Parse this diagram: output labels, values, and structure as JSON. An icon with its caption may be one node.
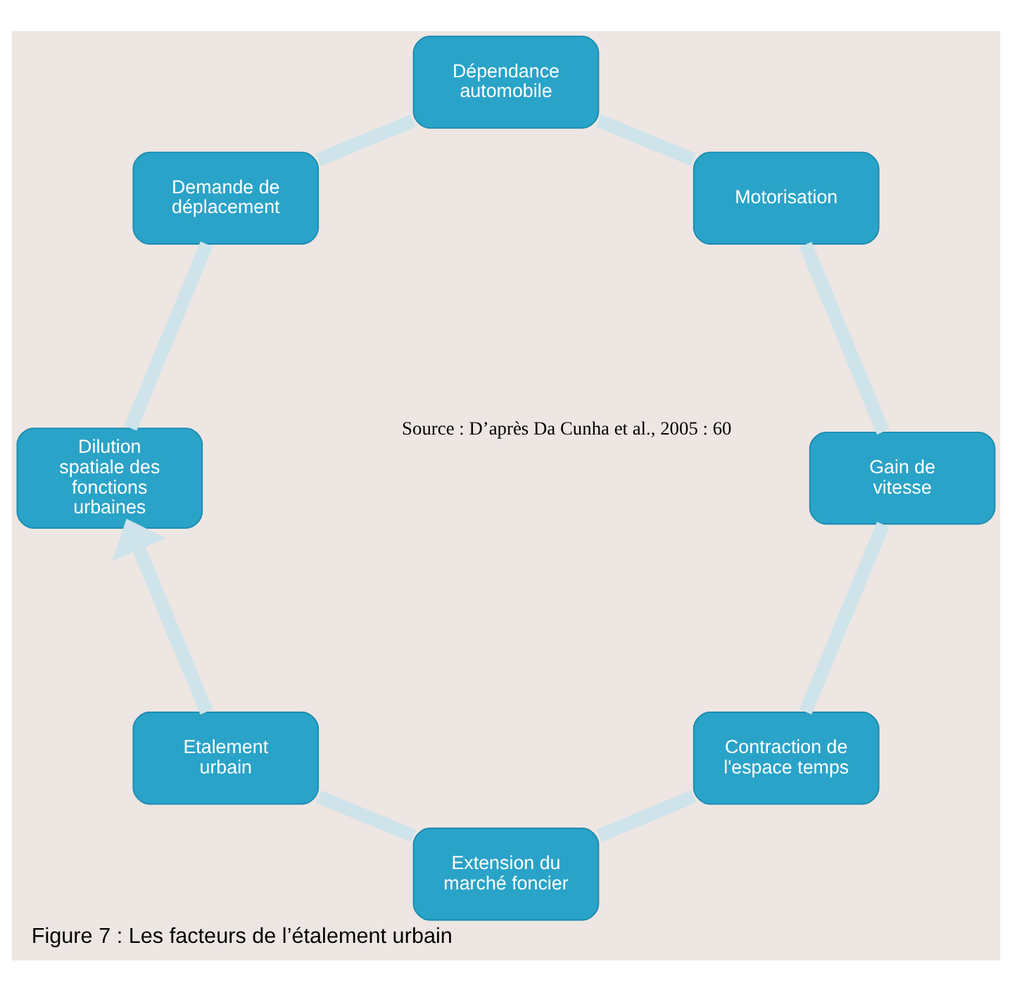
{
  "diagram": {
    "caption": "Figure 7 : Les facteurs de l’étalement urbain",
    "nodes": [
      {
        "text": [
          "Contraction de l'espace temps"
        ]
      },
      {
        "text": [
          "Extension du marché foncier"
        ]
      },
      {
        "text": [
          "Etalement urbain"
        ]
      },
      {
        "text": [
          "Dilution spatiale des fonctions urbaines"
        ]
      },
      {
        "text": [
          "Demande de déplacement"
        ]
      },
      {
        "text": [
          "Dépendance automobile"
        ]
      },
      {
        "text": [
          "Motorisation"
        ]
      },
      {
        "text": [
          "Gain de vitesse"
        ]
      }
    ],
    "edges": [
      {
        "from": 0,
        "to": 1,
        "arrow": "none"
      },
      {
        "from": 1,
        "to": 2,
        "arrow": "none"
      },
      {
        "from": 2,
        "to": 3,
        "arrow": "to"
      },
      {
        "from": 3,
        "to": 4,
        "arrow": "none"
      },
      {
        "from": 4,
        "to": 5,
        "arrow": "none"
      },
      {
        "from": 5,
        "to": 6,
        "arrow": "none"
      },
      {
        "from": 6,
        "to": 7,
        "arrow": "none"
      },
      {
        "from": 7,
        "to": 0,
        "arrow": "none"
      }
    ],
    "labels": [
      "Source : D’après Da Cunha et al., 2005 : 60"
    ]
  }
}
